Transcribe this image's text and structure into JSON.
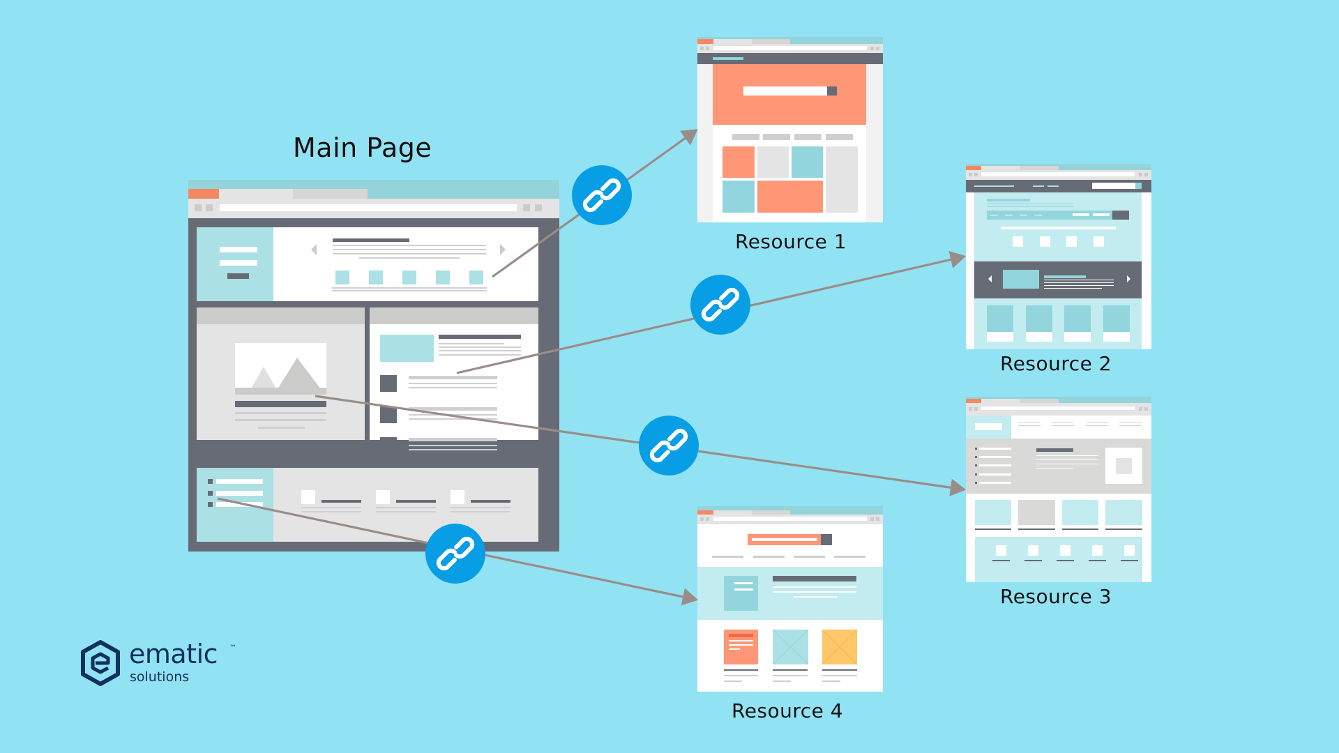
{
  "diagram": {
    "main_page": {
      "label": "Main Page"
    },
    "resources": [
      {
        "label": "Resource 1"
      },
      {
        "label": "Resource 2"
      },
      {
        "label": "Resource 3"
      },
      {
        "label": "Resource 4"
      }
    ],
    "links": [
      {
        "from": "Main Page (hero thumbnails)",
        "to": "Resource 1",
        "icon": "link-icon"
      },
      {
        "from": "Main Page (article list)",
        "to": "Resource 2",
        "icon": "link-icon"
      },
      {
        "from": "Main Page (image card)",
        "to": "Resource 3",
        "icon": "link-icon"
      },
      {
        "from": "Main Page (sidebar list)",
        "to": "Resource 4",
        "icon": "link-icon"
      }
    ]
  },
  "logo": {
    "name": "ematic",
    "tm": "™",
    "sub": "solutions"
  },
  "colors": {
    "background": "#91e3f4",
    "link_circle": "#089ee6",
    "arrow": "#9a8c88",
    "frame_dark": "#676b75",
    "teal": "#abe0e4",
    "coral": "#ff9776",
    "tab_orange": "#f58862",
    "logo_navy": "#12305d"
  }
}
